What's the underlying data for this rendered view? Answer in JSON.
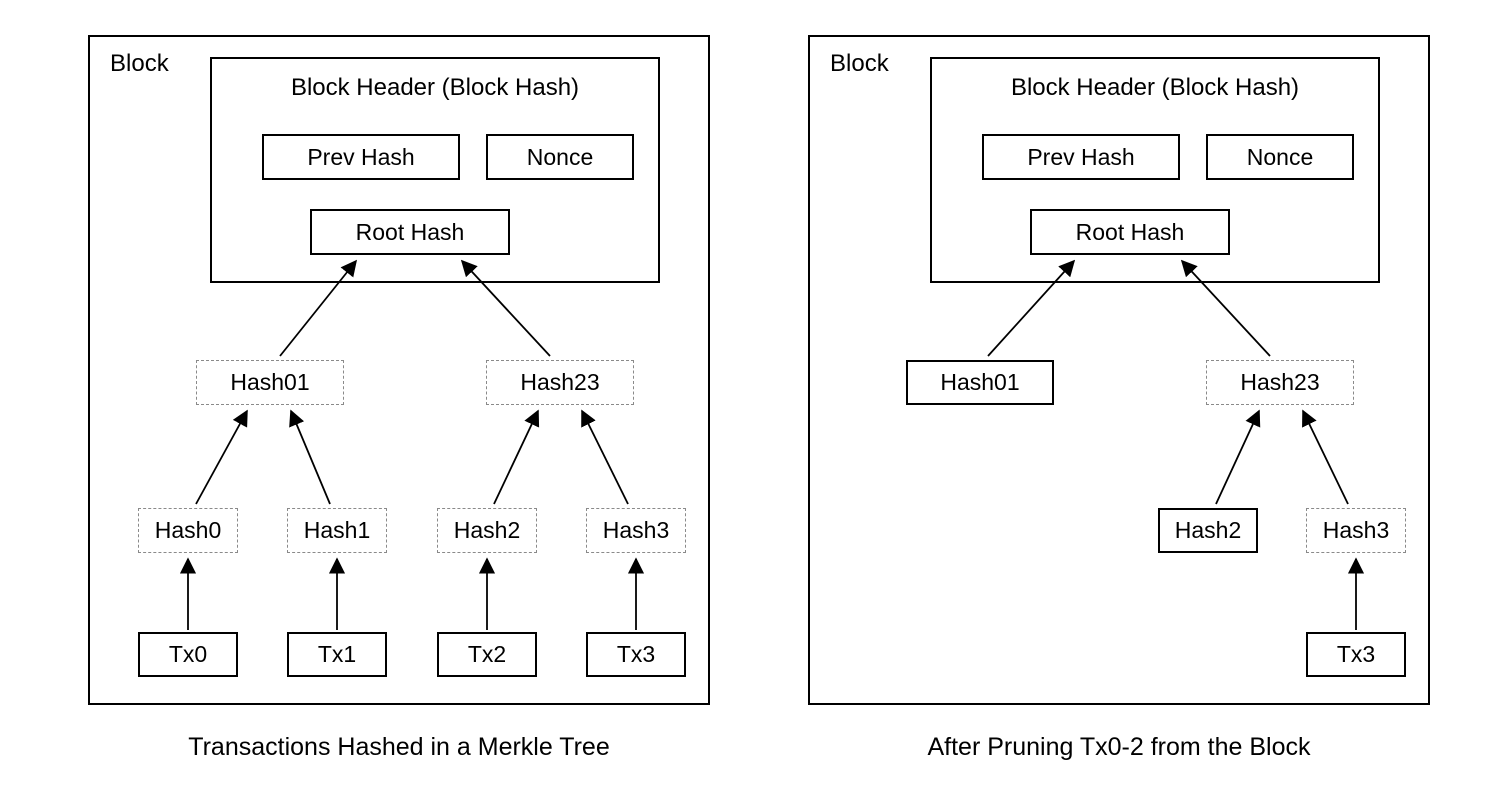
{
  "figure": {
    "colors": {
      "line": "#000000",
      "dashed_border": "#8a8a8a",
      "background": "#ffffff"
    },
    "left": {
      "block_label": "Block",
      "header_title": "Block Header (Block Hash)",
      "prev_hash": "Prev Hash",
      "nonce": "Nonce",
      "root_hash": "Root Hash",
      "hash01": "Hash01",
      "hash23": "Hash23",
      "hash0": "Hash0",
      "hash1": "Hash1",
      "hash2": "Hash2",
      "hash3": "Hash3",
      "tx0": "Tx0",
      "tx1": "Tx1",
      "tx2": "Tx2",
      "tx3": "Tx3",
      "caption": "Transactions Hashed in a Merkle Tree"
    },
    "right": {
      "block_label": "Block",
      "header_title": "Block Header (Block Hash)",
      "prev_hash": "Prev Hash",
      "nonce": "Nonce",
      "root_hash": "Root Hash",
      "hash01": "Hash01",
      "hash23": "Hash23",
      "hash2": "Hash2",
      "hash3": "Hash3",
      "tx3": "Tx3",
      "caption": "After Pruning Tx0-2 from the Block"
    }
  }
}
